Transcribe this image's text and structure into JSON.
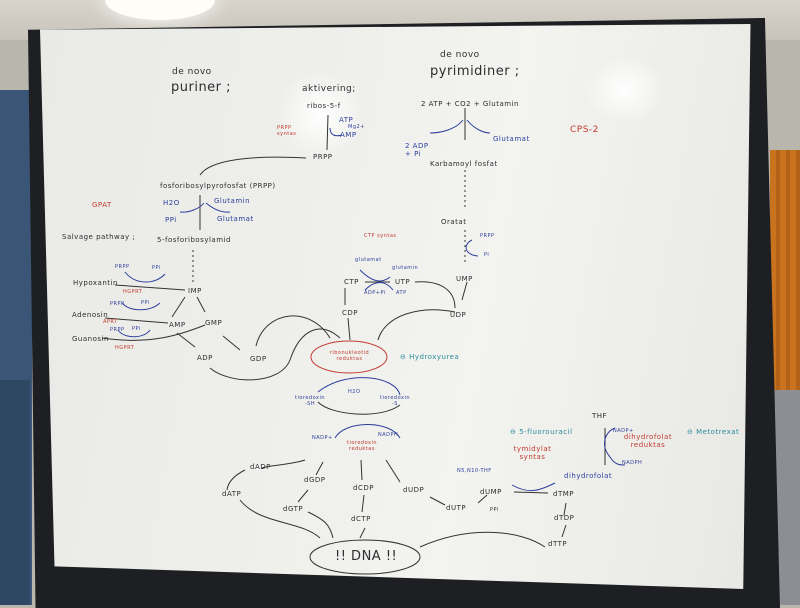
{
  "purines": {
    "subtitle": "de novo",
    "title": "puriner ;",
    "activation": "aktivering;",
    "ribose": "ribos-5-f",
    "atp": "ATP",
    "mg": "Mg2+",
    "amp": "AMP",
    "prpp_synthase": "PRPP syntas",
    "prpp": "PRPP",
    "prpp_full": "fosforibosylpyrofosfat (PRPP)",
    "gpat": "GPAT",
    "h2o": "H2O",
    "pi": "PPi",
    "glutamine": "Glutamin",
    "glutamate": "Glutamat",
    "salvage": "Salvage pathway ;",
    "phosphoribosylamide": "5-fosforibosylamid",
    "hypoxanthine": "Hypoxantin",
    "adenosine": "Adenosin",
    "guanosine": "Guanosin",
    "prpp_s": "PRPP",
    "ppi": "PPi",
    "hgprt": "HGPRT",
    "aprt": "APRT",
    "imp": "IMP",
    "amp2": "AMP",
    "gmp": "GMP",
    "adp": "ADP",
    "gdp": "GDP"
  },
  "pyrimidines": {
    "subtitle": "de novo",
    "title": "pyrimidiner ;",
    "substrates": "2 ATP + CO2 + Glutamin",
    "adp": "2 ADP + Pi",
    "glutamate": "Glutamat",
    "cps2": "CPS-2",
    "carbamoyl": "Karbamoyl fosfat",
    "orotate": "Oratat",
    "prpp": "PRPP",
    "pi": "Pi",
    "ump": "UMP",
    "udp": "UDP",
    "utp": "UTP",
    "ctp": "CTP",
    "cdp": "CDP",
    "ctp_synthase": "CTP syntas",
    "glutamat_s": "glutamat",
    "glutamin_s": "glutamin",
    "adp_pi": "ADP+Pi",
    "atp": "ATP"
  },
  "reductase": {
    "name": "ribonukleotid reduktas",
    "inhibitor": "⊖ Hydroxyurea",
    "h2o": "H2O",
    "thioredoxin_sh": "tioredoxin -SH",
    "thioredoxin_s": "tioredoxin -S",
    "nadp": "NADP+",
    "nadph": "NADPH",
    "thioredoxin_reductase": "tioredoxin reduktas"
  },
  "deoxy": {
    "dadp": "dADP",
    "datp": "dATP",
    "dgdp": "dGDP",
    "dgtp": "dGTP",
    "dcdp": "dCDP",
    "dctp": "dCTP",
    "dudp": "dUDP",
    "dutp": "dUTP",
    "dump": "dUMP",
    "ppi": "PPi",
    "dna": "!! DNA !!"
  },
  "thymidylate": {
    "fluorouracil": "⊖ 5-fluorouracil",
    "synthase": "tymidylat syntas",
    "methylene_thf": "N5,N10-THF",
    "dihydrofolate": "dihydrofolat",
    "dtmp": "dTMP",
    "dtdp": "dTDP",
    "dttp": "dTTP",
    "thf": "THF",
    "nadp": "NADP+",
    "nadph": "NADPH",
    "dhfr": "dihydrofolat reduktas",
    "methotrexate": "⊖ Metotrexat"
  }
}
